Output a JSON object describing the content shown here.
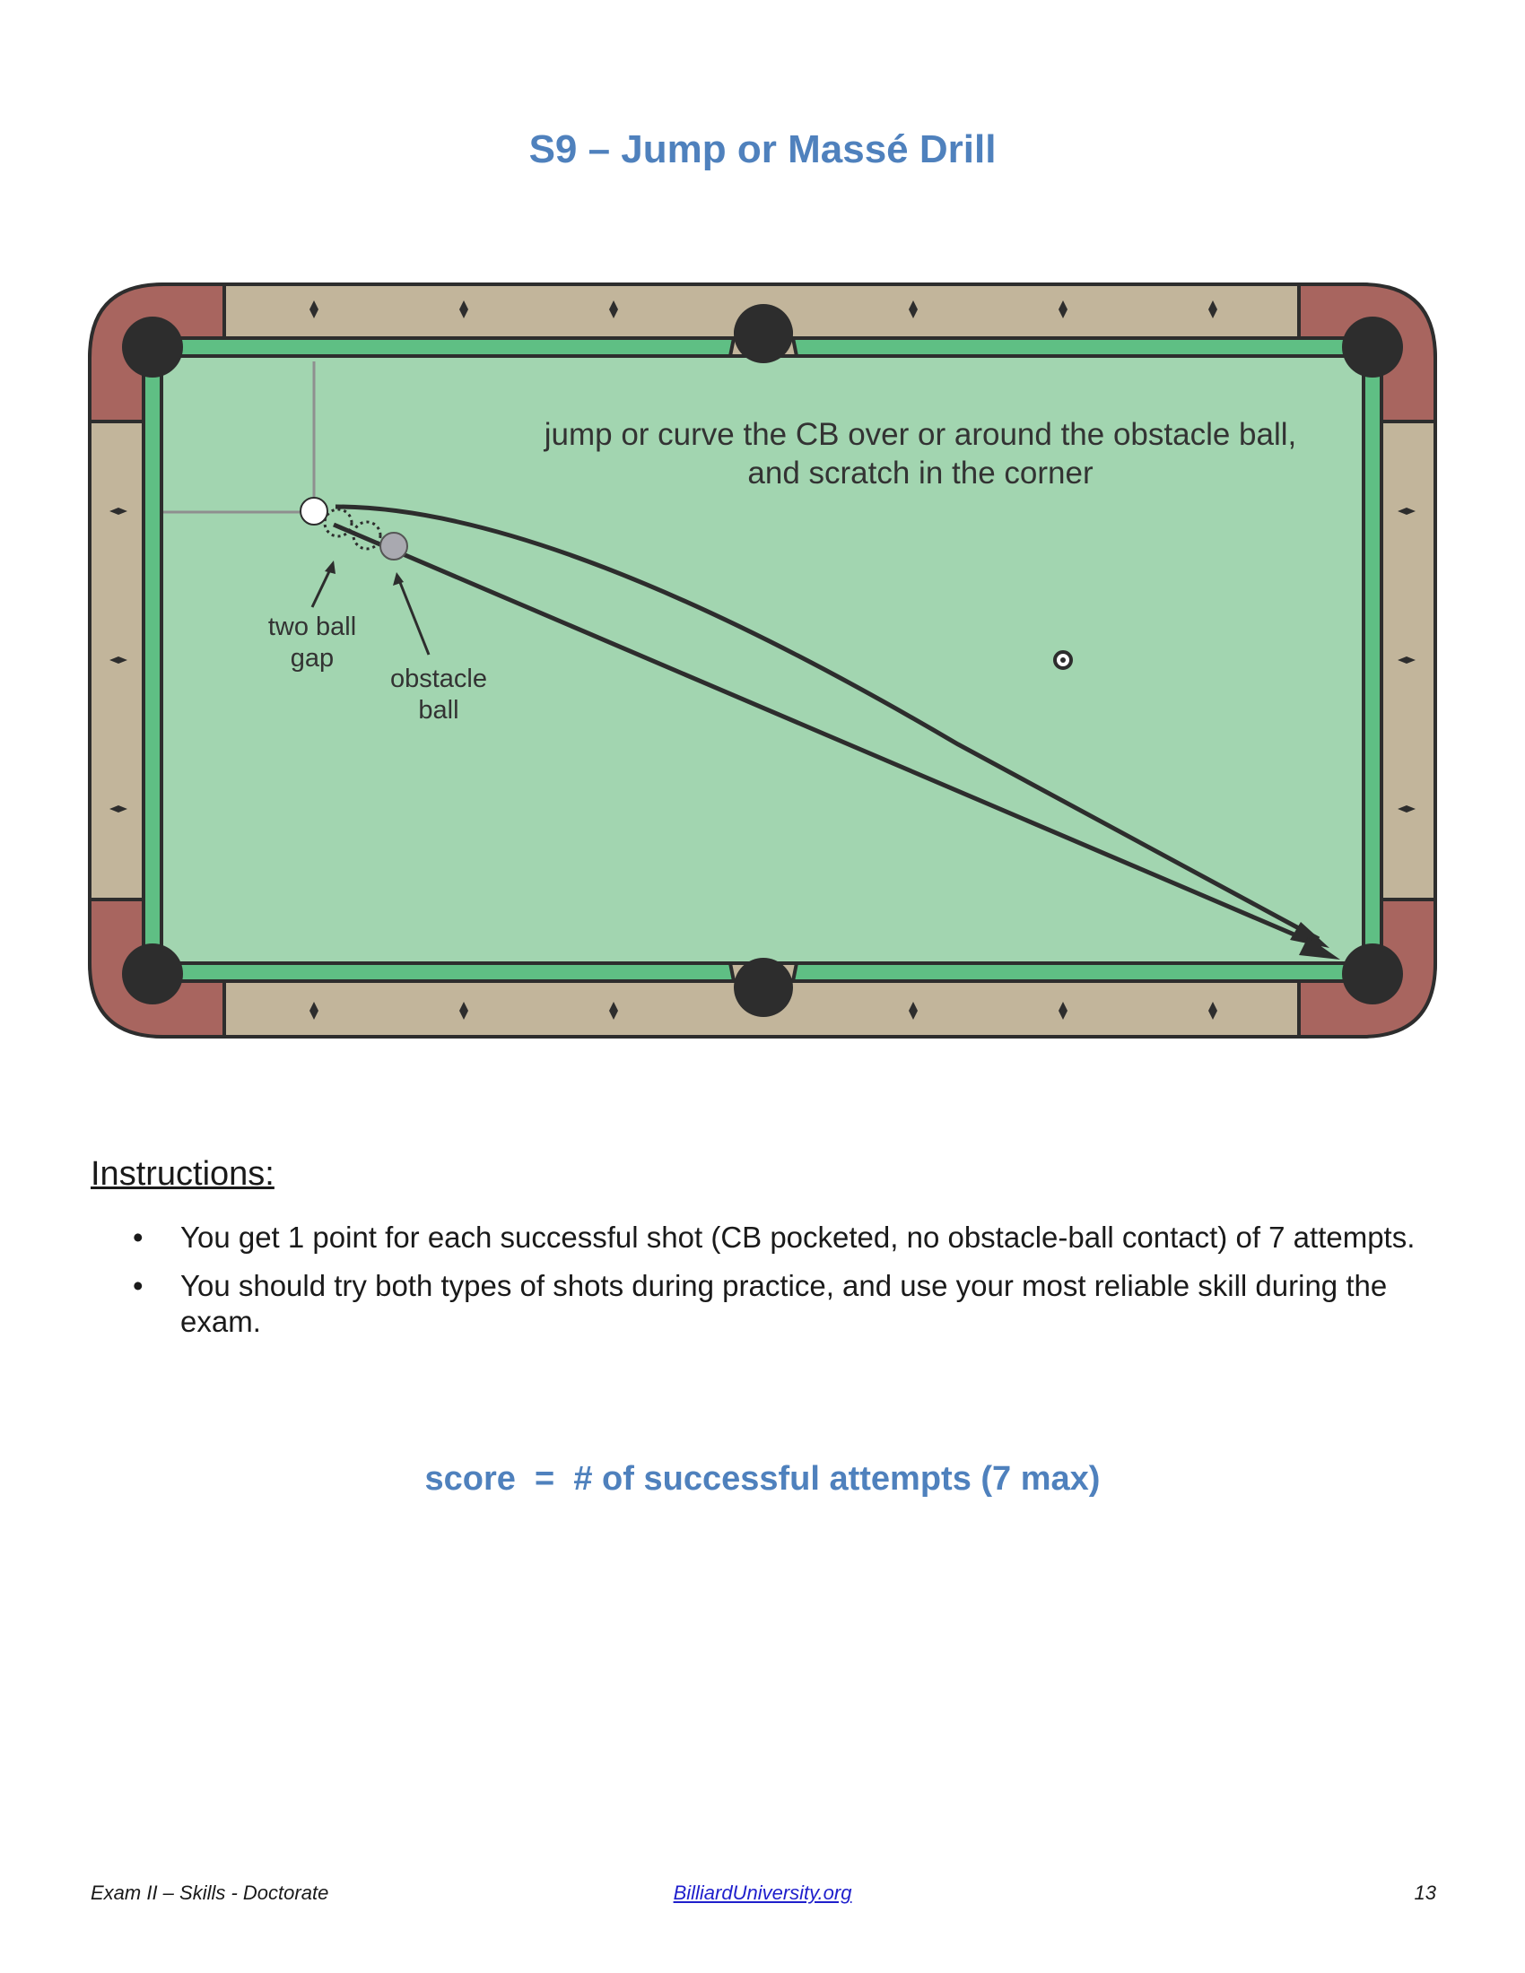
{
  "page": {
    "title": "S9 – Jump or Massé Drill"
  },
  "diagram": {
    "annotation_line1": "jump or curve the CB over or around the obstacle ball,",
    "annotation_line2": "and scratch in the corner",
    "label_gap_line1": "two ball",
    "label_gap_line2": "gap",
    "label_obstacle_line1": "obstacle",
    "label_obstacle_line2": "ball",
    "colors": {
      "cloth": "#a2d5b0",
      "cushion": "#5fbf84",
      "rail": "#c2b59b",
      "corner": "#a8655f",
      "pocket": "#2d2d2d",
      "line": "#2d2d2d"
    }
  },
  "instructions": {
    "heading": "Instructions:",
    "bullet_symbol": "•",
    "items": [
      "You get 1 point for each successful shot (CB pocketed, no obstacle-ball contact) of 7 attempts.",
      "You should try both types of shots during practice, and use your most reliable skill during the exam."
    ]
  },
  "score": {
    "text": "score  =  # of successful attempts (7 max)"
  },
  "footer": {
    "left": "Exam II – Skills - Doctorate",
    "center_link": "BilliardUniversity.org",
    "page_number": "13"
  }
}
